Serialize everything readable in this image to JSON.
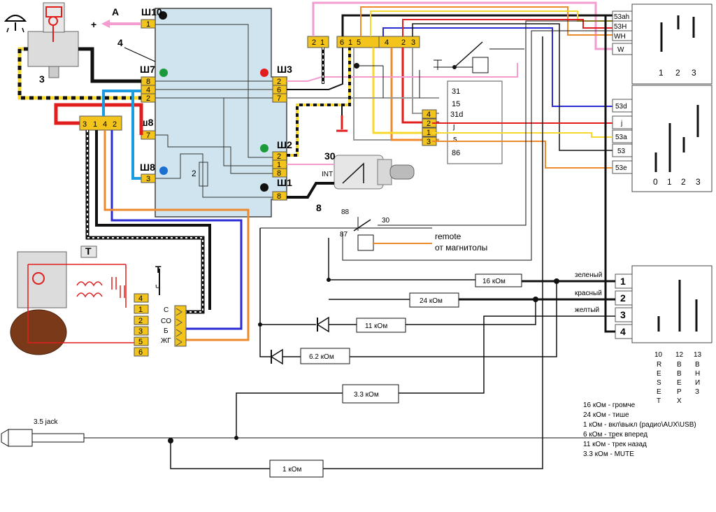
{
  "colors": {
    "block": "#cfe4ee",
    "connector": "#f3c51c",
    "pink": "#f29ccf",
    "red": "#e21d1d",
    "blue": "#2b2bd6",
    "orange": "#ec8a2c",
    "yellow": "#f7d82c",
    "cyan": "#1b9be0",
    "gray": "#9a9a9a",
    "black": "#111111",
    "motor_brown": "#7a3a1a"
  },
  "icons": [
    "wiper-icon",
    "key-icon",
    "ground-icon"
  ],
  "block_connectors": {
    "sh10": {
      "name": "Ш10",
      "pins": [
        "1"
      ]
    },
    "sh7": {
      "name": "Ш7",
      "pins": [
        "8",
        "4",
        "2"
      ]
    },
    "sh8_small": {
      "name": "ш8",
      "pins": [
        "7"
      ]
    },
    "sh8": {
      "name": "Ш8",
      "pins": [
        "3"
      ]
    },
    "sh3": {
      "name": "Ш3",
      "pins": [
        "2",
        "6",
        "7"
      ]
    },
    "sh2": {
      "name": "Ш2",
      "pins": [
        "2",
        "1",
        "8"
      ]
    },
    "sh1": {
      "name": "Ш1",
      "pins": [
        "8"
      ]
    }
  },
  "labels": {
    "arrow_a": "A",
    "plus": "+",
    "num3": "3",
    "num4": "4",
    "num8": "8",
    "fuse2": "2",
    "pin30": "30",
    "int": "INT",
    "motor_plug_pins": [
      "3",
      "1",
      "4",
      "2"
    ],
    "top_connector_pins": [
      "2",
      "1",
      "6",
      "1",
      "5",
      "4",
      "2",
      "3"
    ],
    "motor_terminals": [
      "4",
      "1",
      "2",
      "3",
      "5",
      "6"
    ],
    "motor_wire_labels": [
      "C",
      "CO",
      "Б",
      "ЖГ"
    ],
    "thermo": "T",
    "ch": "Ч",
    "relay_88": "88",
    "relay_87": "87",
    "relay_30": "30",
    "remote": "remote",
    "remote_sub": "от магнитолы"
  },
  "switch_top": {
    "rows": [
      "53ah",
      "53H",
      "WH",
      "W"
    ],
    "positions": [
      "1",
      "2",
      "3"
    ]
  },
  "switch_mid": {
    "rows": [
      "53d",
      "j",
      "53a",
      "53",
      "53e"
    ],
    "positions": [
      "0",
      "1",
      "2",
      "3"
    ]
  },
  "relay_block": {
    "right_pins": [
      "31",
      "15",
      "31d",
      "j",
      "s",
      "86"
    ],
    "left_pins": [
      "4",
      "2",
      "1",
      "3"
    ]
  },
  "button_switch": {
    "terminals": [
      "1",
      "2",
      "3",
      "4"
    ],
    "wires": [
      "зеленый",
      "красный",
      "желтый"
    ],
    "columns": [
      {
        "num": "10",
        "word": [
          "R",
          "E",
          "S",
          "E",
          "T"
        ]
      },
      {
        "num": "12",
        "word": [
          "В",
          "В",
          "Е",
          "Р",
          "Х"
        ]
      },
      {
        "num": "13",
        "word": [
          "В",
          "Н",
          "И",
          "З"
        ]
      }
    ]
  },
  "resistors": [
    "16 кОм",
    "24 кОм",
    "11 кОм",
    "6.2 кОм",
    "3.3 кОм",
    "1 кОм"
  ],
  "jack": "3.5 jack",
  "legend": [
    "16 кОм - громче",
    "24 кОм - тише",
    "1 кОм - вкл\\выкл (радио\\AUX\\USB)",
    "6 кОм - трек вперед",
    "11 кОм - трек назад",
    "3.3 кОм - MUTE"
  ]
}
